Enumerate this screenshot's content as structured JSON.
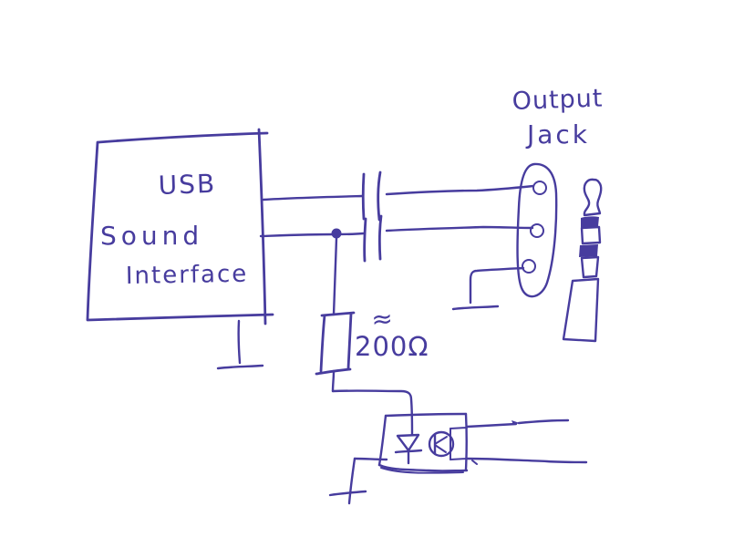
{
  "colors": {
    "ink": "#473c9e",
    "paper": "#ffffff"
  },
  "labels": {
    "box_line1": "USB",
    "box_line2": "Sound",
    "box_line3": "Interface",
    "jack_line1": "Output",
    "jack_line2": "Jack",
    "resistor_approx": "≈",
    "resistor_value": "200Ω"
  }
}
